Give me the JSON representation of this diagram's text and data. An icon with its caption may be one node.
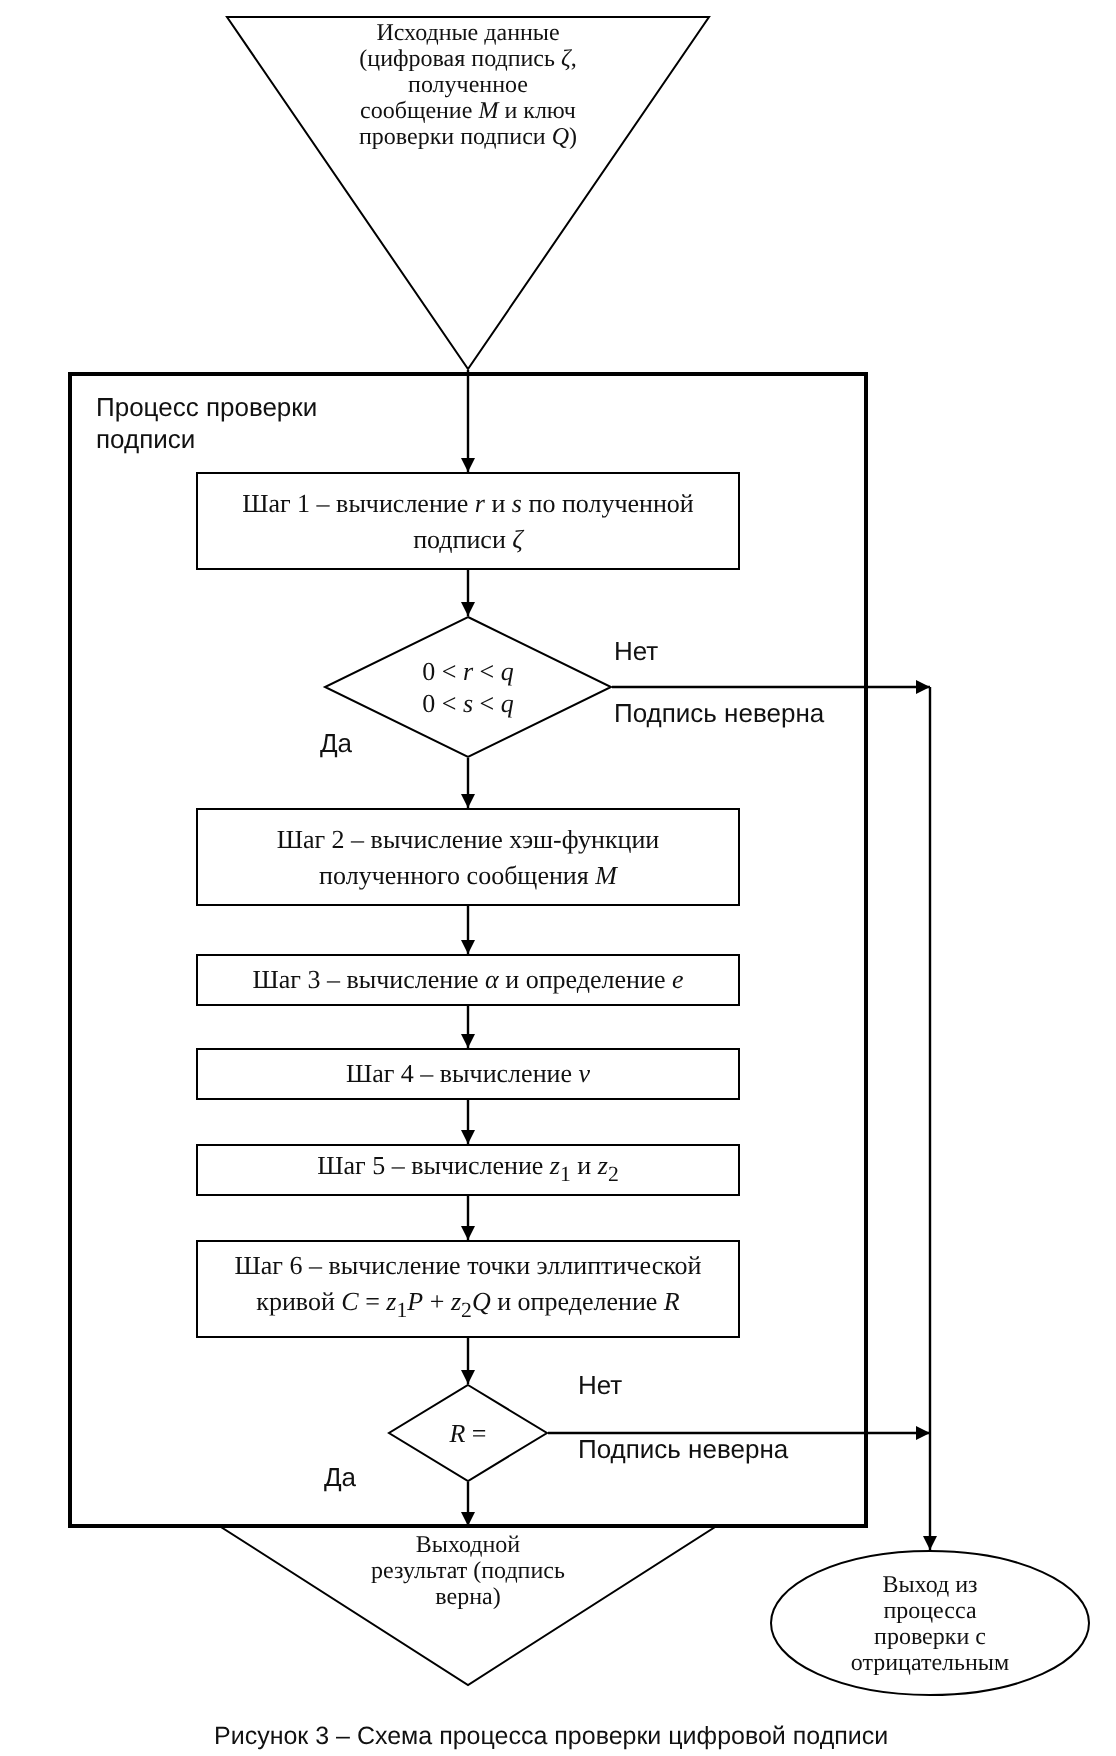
{
  "diagram": {
    "caption": "Рисунок 3 – Схема процесса проверки цифровой подписи",
    "nodes": [
      {
        "text": [
          "Исходные данные (цифровая подпись *ζ*, полученное сообщение *M* и ключ проверки подписи *Q*)"
        ]
      },
      {
        "text": [
          "Процесс проверки подписи"
        ]
      },
      {
        "text": [
          "Шаг 1 – вычисление *r* и *s* по полученной подписи *ζ*"
        ],
        "in": 1
      },
      {
        "text": [
          "0 < *r* < *q*",
          "0 < *s* < *q*"
        ],
        "in": 1
      },
      {
        "text": [
          "Шаг 2 – вычисление хэш-функции полученного сообщения *M*"
        ],
        "in": 1
      },
      {
        "text": [
          "Шаг 3 – вычисление *α* и определение *e*"
        ],
        "in": 1
      },
      {
        "text": [
          "Шаг 4 – вычисление *v*"
        ],
        "in": 1
      },
      {
        "text": [
          "Шаг 5 – вычисление *z*$_{1}$ и *z*$_{2}$"
        ],
        "in": 1
      },
      {
        "text": [
          "Шаг 6 – вычисление точки эллиптической кривой *C* = *z*$_{1}$*P* + *z*$_{2}$*Q* и определение *R*"
        ],
        "in": 1
      },
      {
        "text": [
          "*R* ="
        ],
        "in": 1
      },
      {
        "text": [
          "Выходной результат (подпись верна)"
        ]
      },
      {
        "text": [
          "Выход из процесса проверки с отрицательным"
        ]
      }
    ],
    "edges": [
      {
        "from": 0,
        "to": 2,
        "arrow": "to"
      },
      {
        "from": 2,
        "to": 3,
        "arrow": "to"
      },
      {
        "from": 3,
        "to": 4,
        "arrow": "to",
        "label": "Да"
      },
      {
        "from": 3,
        "to": 11,
        "arrow": "to",
        "label": "Нет"
      },
      {
        "from": 4,
        "to": 5,
        "arrow": "to"
      },
      {
        "from": 5,
        "to": 6,
        "arrow": "to"
      },
      {
        "from": 6,
        "to": 7,
        "arrow": "to"
      },
      {
        "from": 7,
        "to": 8,
        "arrow": "to"
      },
      {
        "from": 8,
        "to": 9,
        "arrow": "to"
      },
      {
        "from": 9,
        "to": 10,
        "arrow": "to",
        "label": "Да"
      },
      {
        "from": 9,
        "to": 11,
        "arrow": "to",
        "label": "Нет"
      }
    ],
    "labels": [
      "Подпись неверна",
      "Подпись неверна"
    ]
  }
}
